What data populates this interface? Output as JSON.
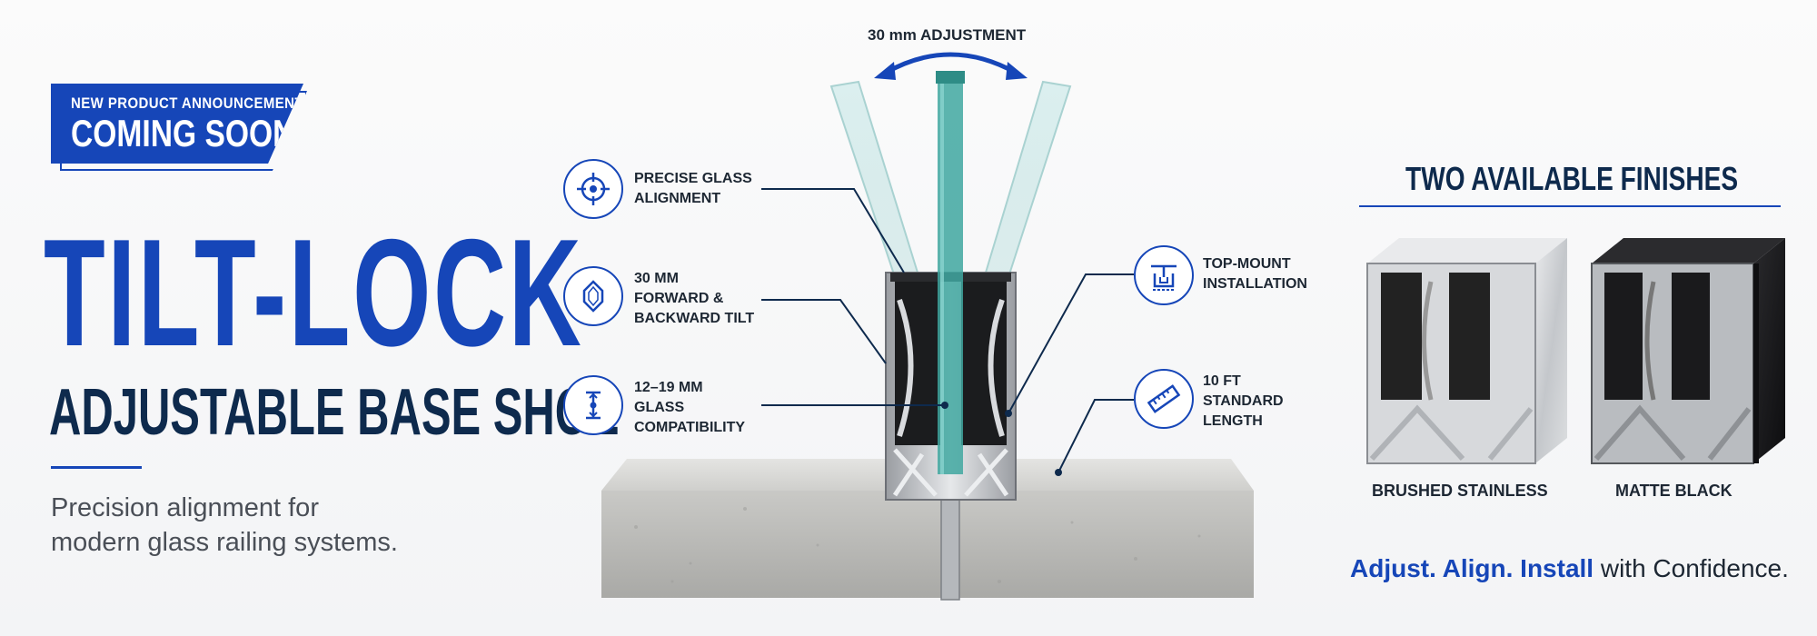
{
  "badge": {
    "small": "NEW PRODUCT ANNOUNCEMENT",
    "big": "COMING SOON"
  },
  "title": "TILT-LOCK",
  "subtitle": "ADJUSTABLE BASE SHOE",
  "tagline": [
    "Precision alignment for",
    "modern glass railing systems."
  ],
  "adjustment_label": "30 mm ADJUSTMENT",
  "callouts": {
    "left": [
      {
        "lines": [
          "PRECISE GLASS",
          "ALIGNMENT"
        ],
        "icon": "crosshair-icon"
      },
      {
        "lines": [
          "30 mm",
          "FORWARD &",
          "BACKWARD TILT"
        ],
        "icon": "tilt-icon"
      },
      {
        "lines": [
          "12–19 mm",
          "GLASS",
          "COMPATIBILITY"
        ],
        "icon": "thickness-icon"
      }
    ],
    "right": [
      {
        "lines": [
          "TOP-MOUNT",
          "INSTALLATION"
        ],
        "icon": "top-mount-icon"
      },
      {
        "lines": [
          "10 FT",
          "STANDARD",
          "LENGTH"
        ],
        "icon": "ruler-icon"
      }
    ]
  },
  "finishes": {
    "title": "TWO AVAILABLE FINISHES",
    "items": [
      {
        "label": "BRUSHED STAINLESS",
        "color": "#c9ccd0"
      },
      {
        "label": "MATTE BLACK",
        "color": "#1a1a1c"
      }
    ]
  },
  "closing": {
    "highlight": "Adjust. Align. Install",
    "rest": " with Confidence."
  },
  "colors": {
    "accent": "#1646b8",
    "navy": "#0e2a4d",
    "glass": "#3fa7a0"
  }
}
